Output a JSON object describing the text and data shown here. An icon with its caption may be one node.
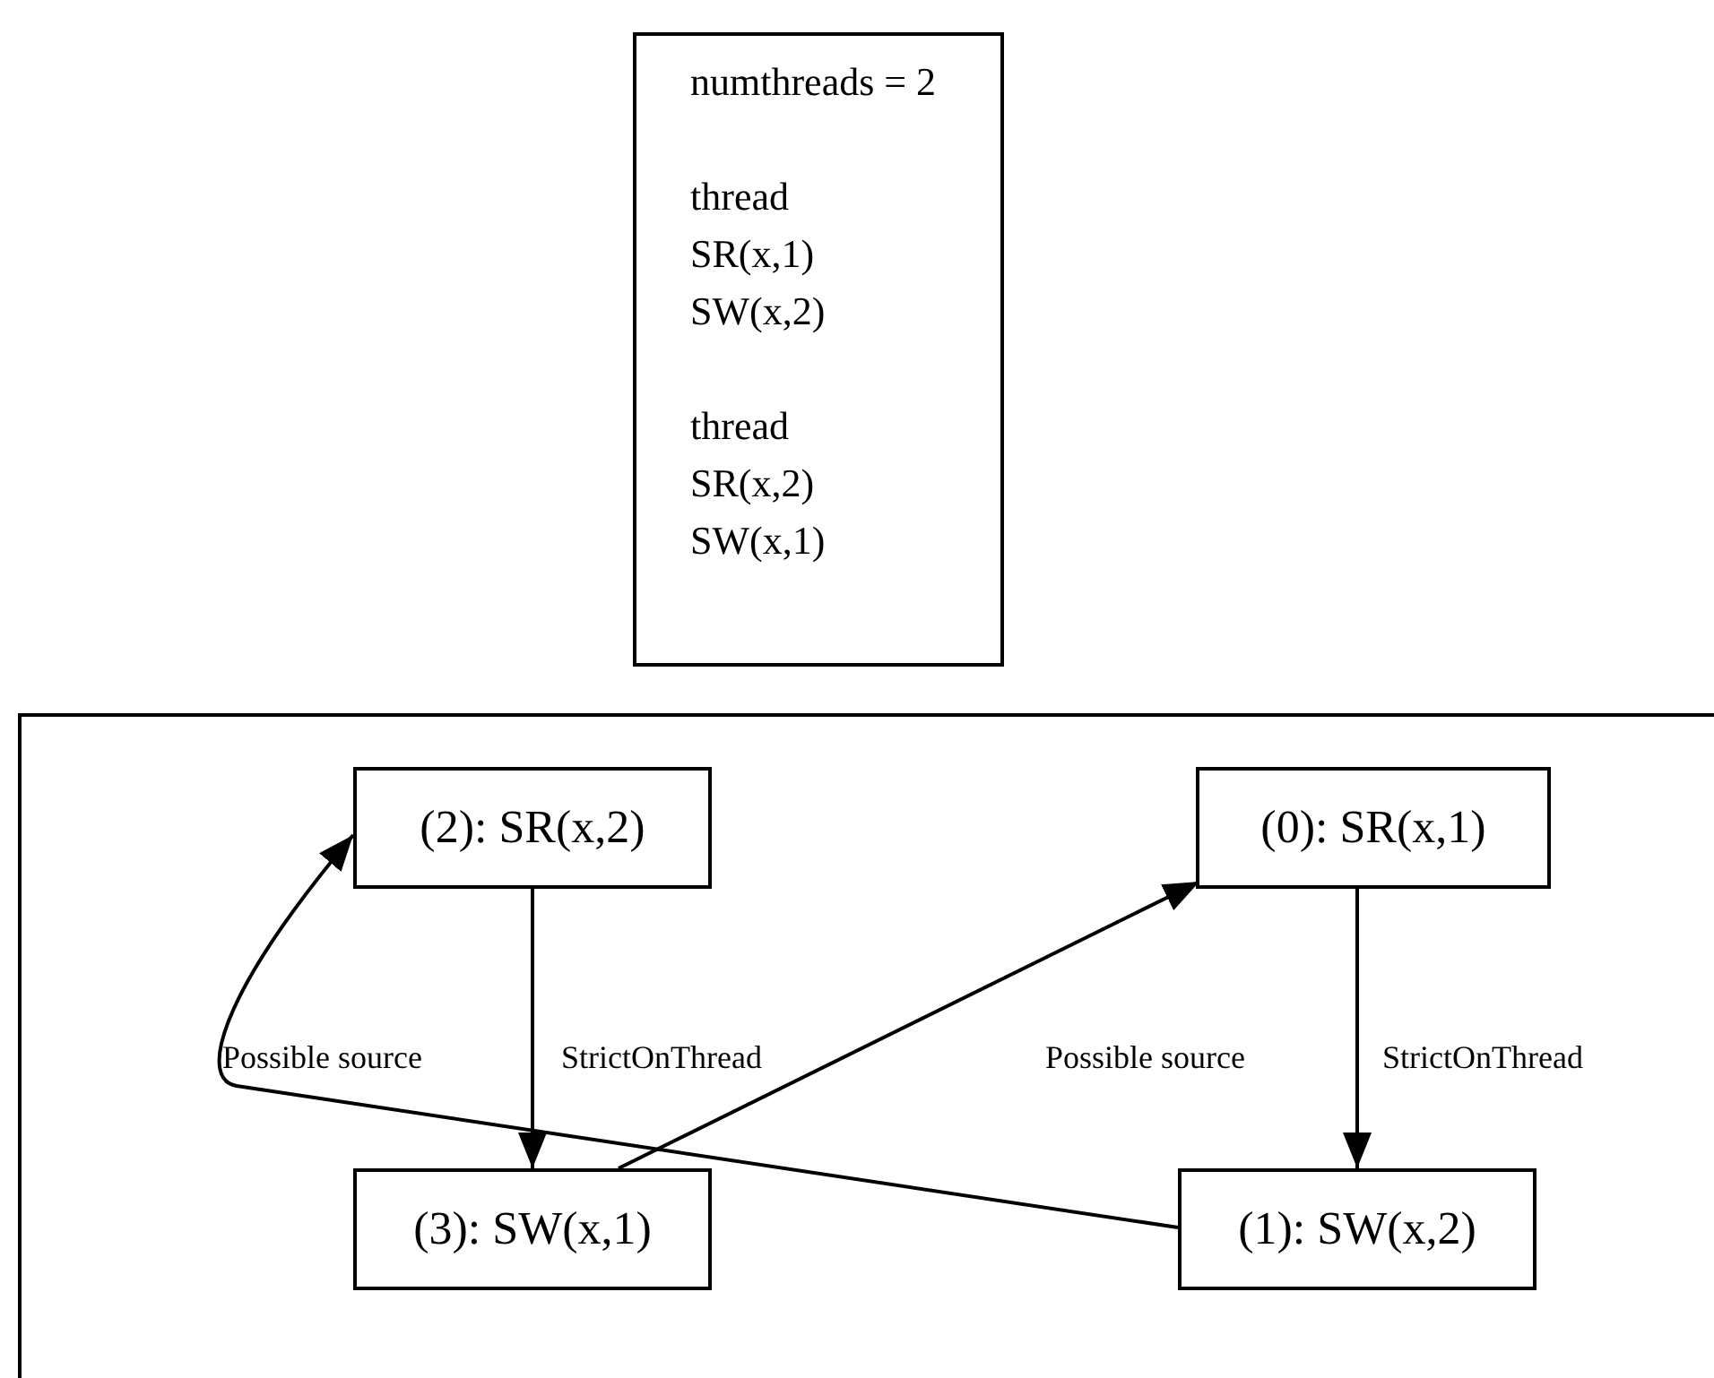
{
  "diagram": {
    "nodes": [
      {
        "text": [
          "numthreads = 2",
          "thread SR(x,1) SW(x,2)",
          "thread SR(x,2) SW(x,1)"
        ]
      },
      {
        "text": [],
        "shape": "box"
      },
      {
        "text": [
          "(2): SR(x,2)"
        ],
        "in": 1
      },
      {
        "text": [
          "(0): SR(x,1)"
        ],
        "in": 1
      },
      {
        "text": [
          "(3): SW(x,1)"
        ],
        "in": 1
      },
      {
        "text": [
          "(1): SW(x,2)"
        ],
        "in": 1
      }
    ],
    "edges": [
      {
        "from": 2,
        "to": 4,
        "arrow": "to",
        "label": "StrictOnThread"
      },
      {
        "from": 3,
        "to": 5,
        "arrow": "to",
        "label": "StrictOnThread"
      },
      {
        "from": 5,
        "to": 2,
        "arrow": "to",
        "label": "Possible source"
      },
      {
        "from": 4,
        "to": 3,
        "arrow": "to",
        "label": "Possible source"
      }
    ]
  }
}
